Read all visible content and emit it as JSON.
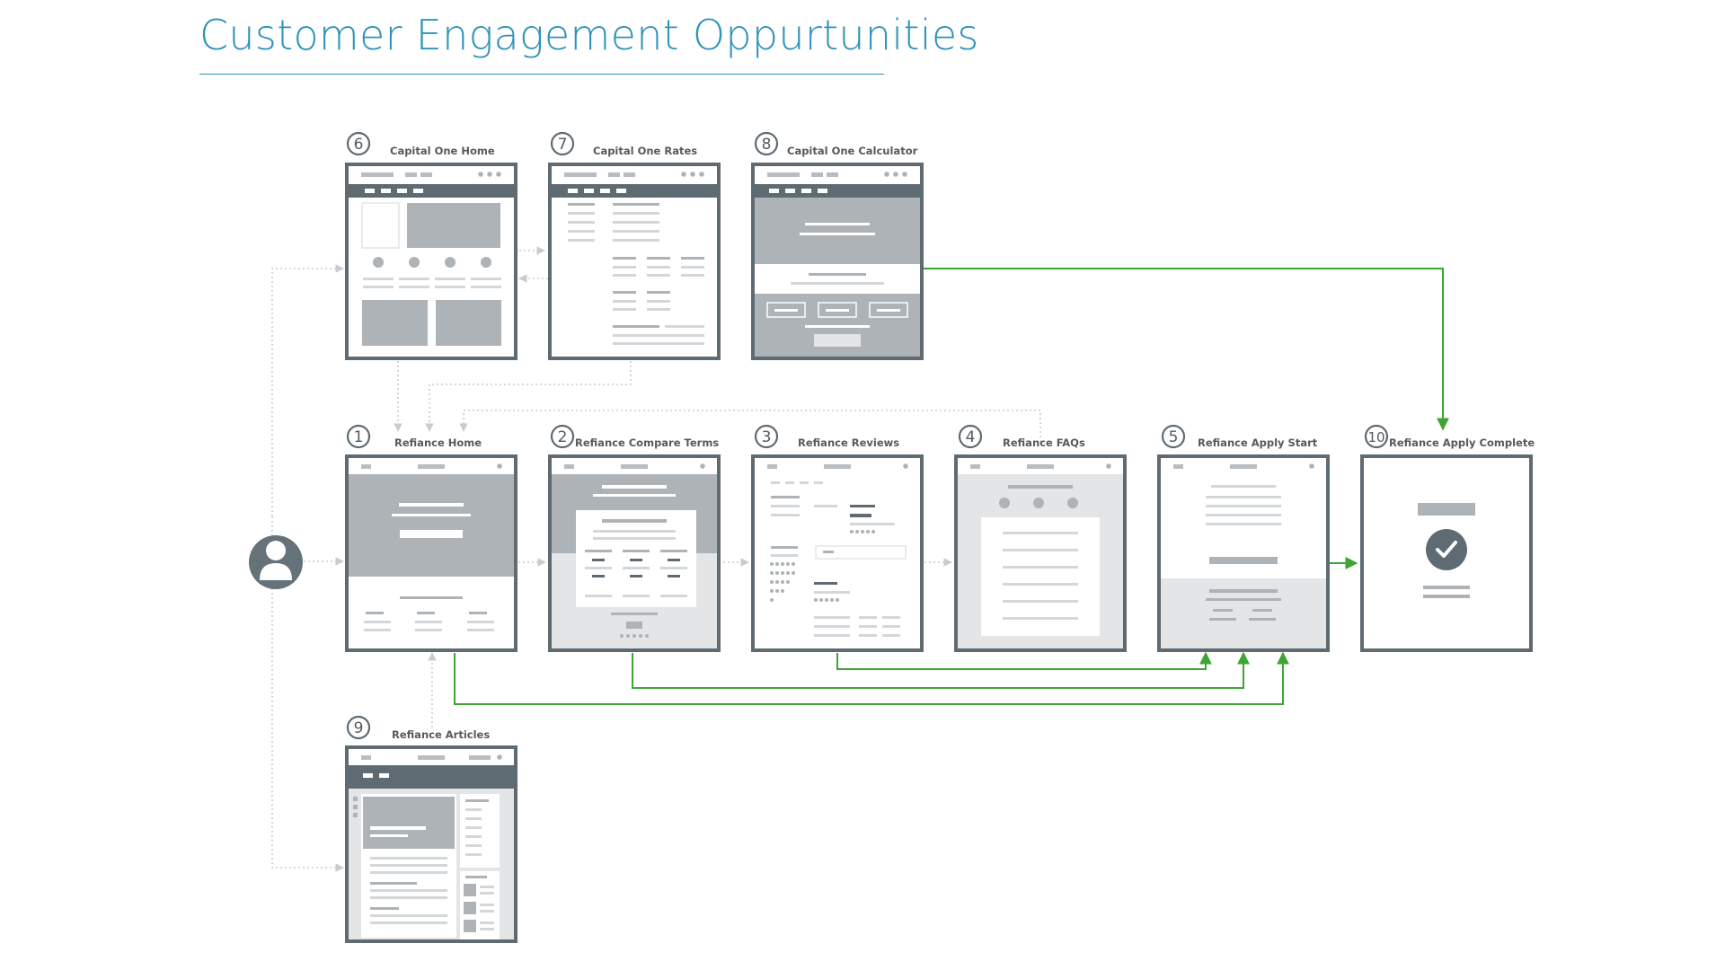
{
  "title": "Customer Engagement Oppurtunities",
  "colors": {
    "title": "#2e93b8",
    "frame": "#5f6b73",
    "accent": "#3ea535",
    "gray": "#adb3b6",
    "light": "#d4d7da",
    "muted": "#8a9196"
  },
  "persona": {
    "icon": "user-icon"
  },
  "screens": [
    {
      "id": "s6",
      "number": "6",
      "label": "Capital One Home"
    },
    {
      "id": "s7",
      "number": "7",
      "label": "Capital One Rates"
    },
    {
      "id": "s8",
      "number": "8",
      "label": "Capital One Calculator"
    },
    {
      "id": "s1",
      "number": "1",
      "label": "Refiance Home"
    },
    {
      "id": "s2",
      "number": "2",
      "label": "Refiance Compare Terms"
    },
    {
      "id": "s3",
      "number": "3",
      "label": "Refiance Reviews"
    },
    {
      "id": "s4",
      "number": "4",
      "label": "Refiance FAQs"
    },
    {
      "id": "s5",
      "number": "5",
      "label": "Refiance Apply Start"
    },
    {
      "id": "s10",
      "number": "10",
      "label": "Refiance Apply Complete"
    },
    {
      "id": "s9",
      "number": "9",
      "label": "Refiance Articles"
    }
  ]
}
